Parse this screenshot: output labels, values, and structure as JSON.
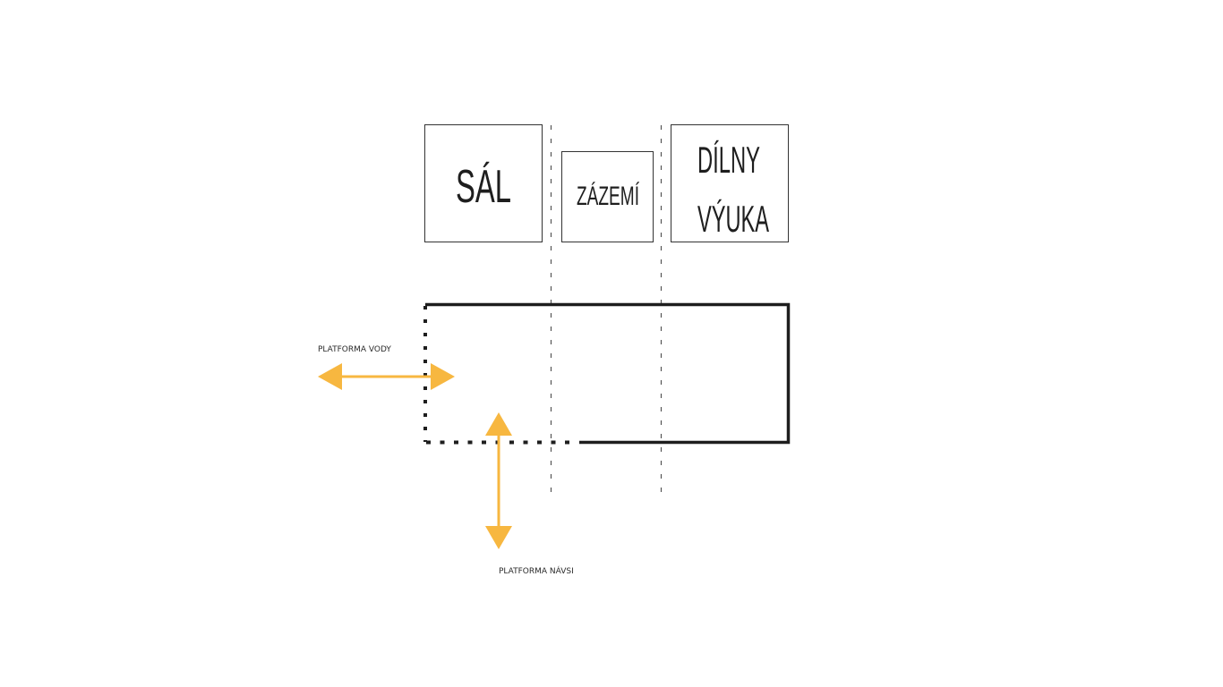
{
  "diagram": {
    "rooms": [
      {
        "id": "sal",
        "lines": [
          "SÁL"
        ]
      },
      {
        "id": "zazemi",
        "lines": [
          "ZÁZEMÍ"
        ]
      },
      {
        "id": "dilny",
        "lines": [
          "DÍLNY",
          "VÝUKA"
        ]
      }
    ],
    "arrows": [
      {
        "id": "water",
        "label": "PLATFORMA VODY"
      },
      {
        "id": "square",
        "label": "PLATFORMA NÁVSI"
      }
    ],
    "colors": {
      "arrow": "#f7b740",
      "line": "#1e1e1e",
      "divider": "#555555"
    }
  }
}
